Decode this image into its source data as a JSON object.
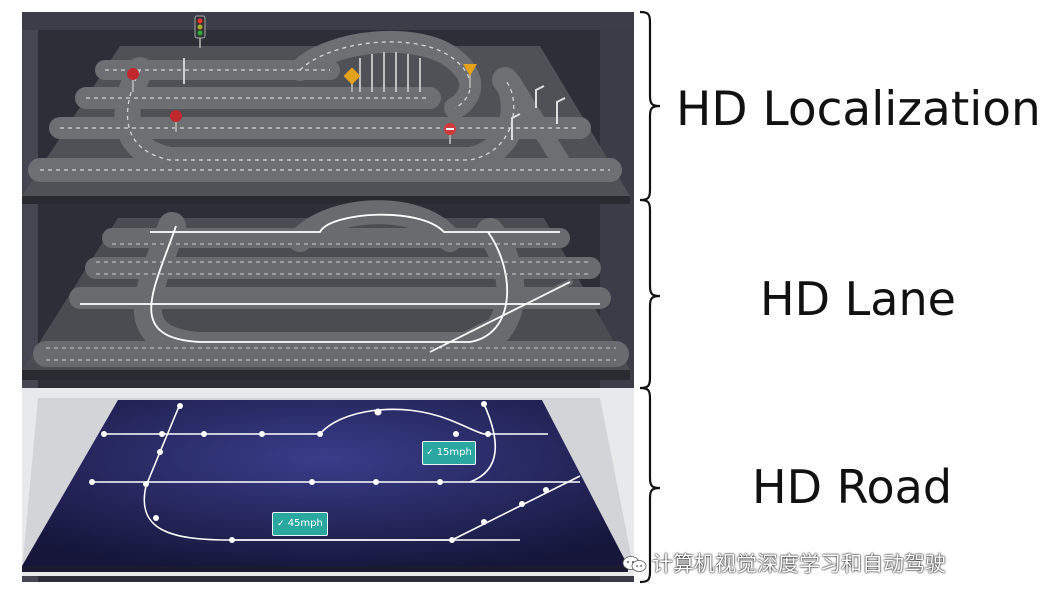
{
  "layers": [
    {
      "id": "localization",
      "label": "HD Localization"
    },
    {
      "id": "lane",
      "label": "HD Lane"
    },
    {
      "id": "road",
      "label": "HD Road"
    }
  ],
  "road_signs": [
    {
      "label": "15mph"
    },
    {
      "label": "45mph"
    }
  ],
  "watermark": {
    "text": "计算机视觉深度学习和自动驾驶",
    "icon": "wechat-icon"
  },
  "colors": {
    "frame_dark": "#2c2f38",
    "layer_surface": "#4a4c52",
    "road_surface": "#6b6c70",
    "road_layer_bg": "#1c1d45",
    "road_layer_plate": "#d8d9dc",
    "graph_line": "#ffffff",
    "speed_sign": "#2aa7a0",
    "bracket": "#111111"
  }
}
